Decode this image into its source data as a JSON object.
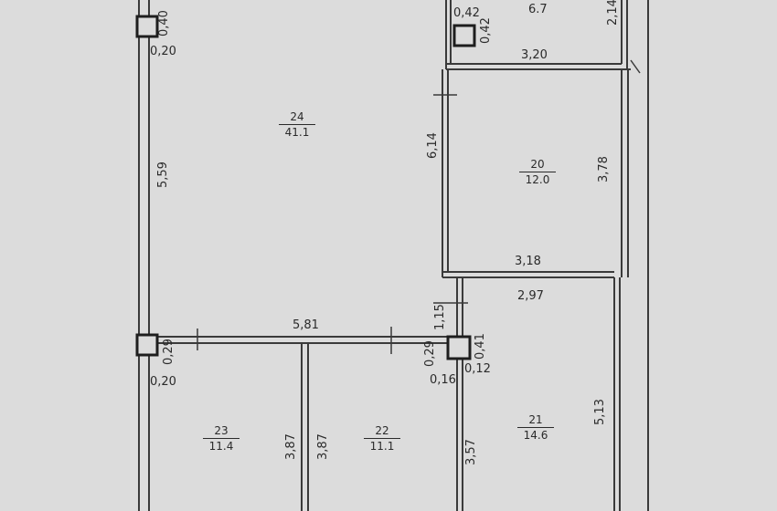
{
  "rooms": [
    {
      "number": "24",
      "area": "41.1"
    },
    {
      "number": "20",
      "area": "12.0"
    },
    {
      "number": "21",
      "area": "14.6"
    },
    {
      "number": "22",
      "area": "11.1"
    },
    {
      "number": "23",
      "area": "11.4"
    },
    {
      "number": "",
      "area": "6.7"
    }
  ],
  "dimensions": {
    "col_top_1": "0,40",
    "col_top_2": "0,20",
    "left_wall": "5,59",
    "small_room_a": "0,42",
    "small_room_b": "0,42",
    "small_room_width": "3,20",
    "small_room_side": "2,14",
    "room20_left": "6,14",
    "room20_right": "3,78",
    "room20_width": "3,18",
    "corr_width": "2,97",
    "corr_height": "1,15",
    "partition_width": "5,81",
    "col_mid_1": "0,29",
    "col_mid_2": "0,20",
    "col_right_1": "0,29",
    "col_right_2": "0,41",
    "col_right_3": "0,16",
    "col_right_4": "0,12",
    "room23_h": "3,87",
    "room22_h": "3,87",
    "room21_left": "3,57",
    "room21_right": "5,13"
  },
  "colors": {
    "paper": "#d9d9d9",
    "line": "#3a3a3a",
    "ink": "#2a2a2a"
  }
}
